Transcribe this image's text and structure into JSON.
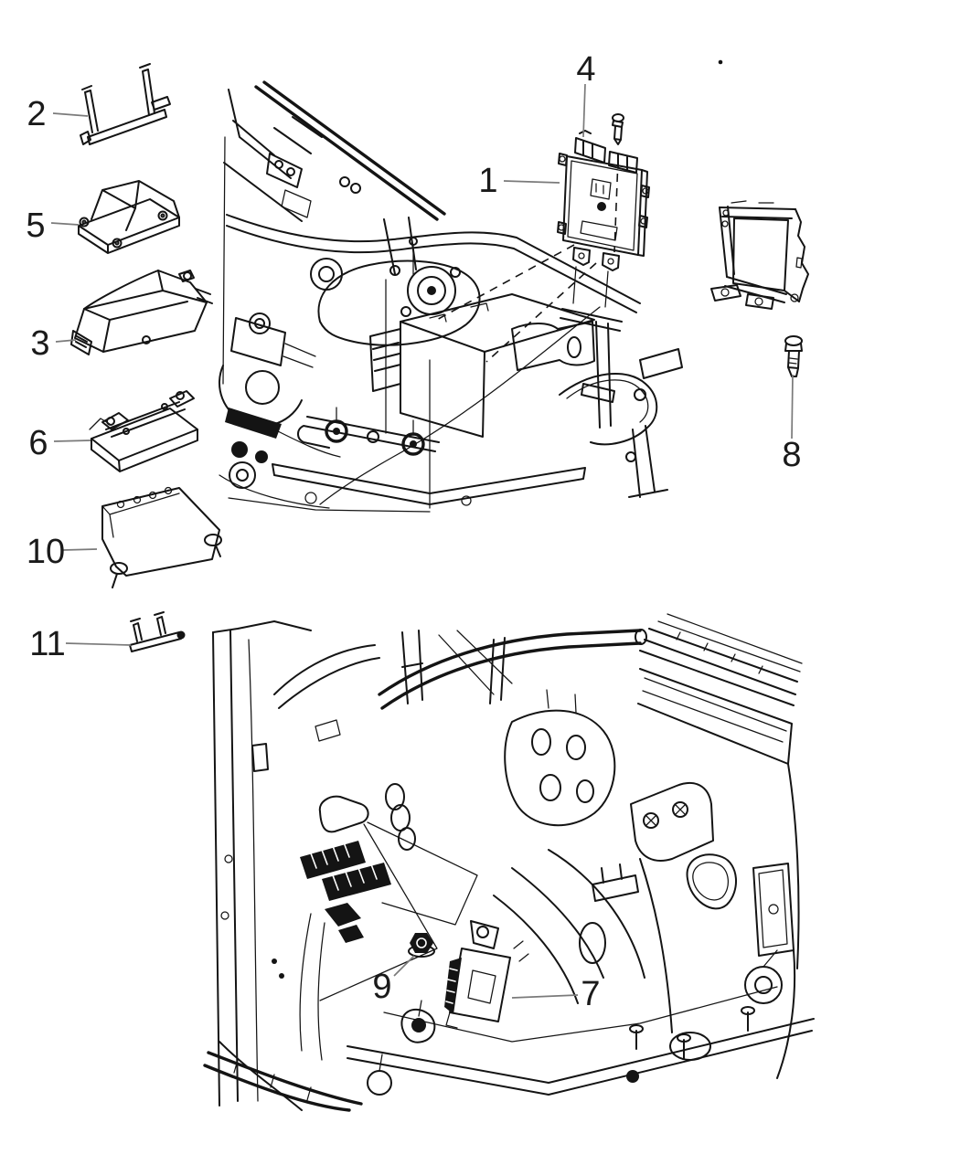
{
  "figure": {
    "type": "parts-diagram",
    "background": "#ffffff",
    "ink_color": "#141414",
    "leader_color": "#7a7a7a"
  },
  "callouts": {
    "c1": "1",
    "c2": "2",
    "c3": "3",
    "c4": "4",
    "c5": "5",
    "c6": "6",
    "c7": "7",
    "c8": "8",
    "c9": "9",
    "c10": "10",
    "c11": "11"
  }
}
